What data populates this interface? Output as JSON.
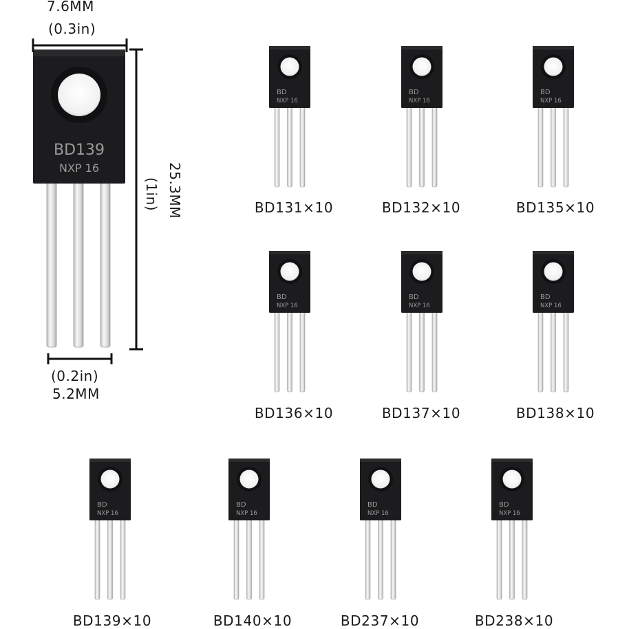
{
  "large_part": {
    "marking_line1": "BD139",
    "marking_line2": "NXP 16"
  },
  "dimensions": {
    "width_mm": "7.6MM",
    "width_in": "(0.3in)",
    "height_mm": "25.3MM",
    "height_in": "(1in)",
    "pitch_in": "(0.2in)",
    "pitch_mm": "5.2MM"
  },
  "small_part_marking": {
    "line1": "BD",
    "line2": "NXP 16"
  },
  "variants": [
    {
      "label": "BD131×10"
    },
    {
      "label": "BD132×10"
    },
    {
      "label": "BD135×10"
    },
    {
      "label": "BD136×10"
    },
    {
      "label": "BD137×10"
    },
    {
      "label": "BD138×10"
    },
    {
      "label": "BD139×10"
    },
    {
      "label": "BD140×10"
    },
    {
      "label": "BD237×10"
    },
    {
      "label": "BD238×10"
    }
  ],
  "colors": {
    "package_body": "#1c1c1e",
    "lead_metal": "#e8e8e8",
    "dimension_line": "#111111"
  }
}
